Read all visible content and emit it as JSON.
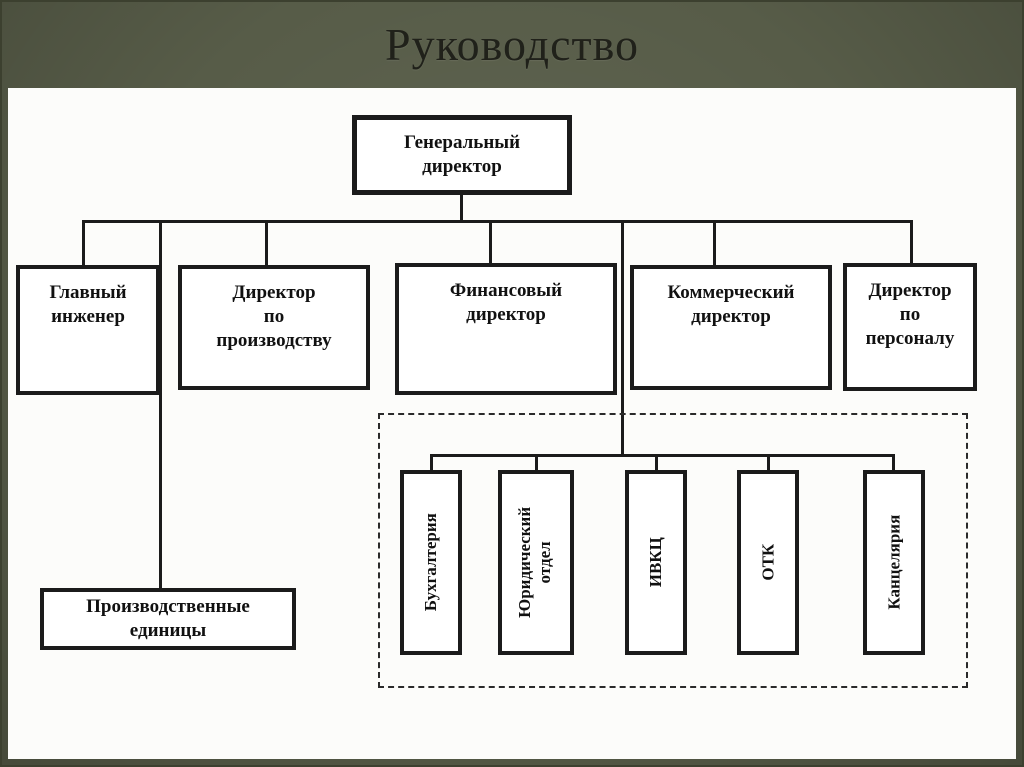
{
  "slide": {
    "title": "Руководство"
  },
  "org": {
    "root": {
      "label": "Генеральный\nдиректор"
    },
    "managers": [
      {
        "label": "Главный\nинженер"
      },
      {
        "label": "Директор\nпо\nпроизводству"
      },
      {
        "label": "Финансовый\nдиректор"
      },
      {
        "label": "Коммерческий\nдиректор"
      },
      {
        "label": "Директор\nпо\nперсоналу"
      }
    ],
    "production_units": {
      "label": "Производственные\nединицы"
    },
    "departments": [
      {
        "label": "Бухгалтерия"
      },
      {
        "label": "Юридический\nотдел"
      },
      {
        "label": "ИВКЦ"
      },
      {
        "label": "ОТК"
      },
      {
        "label": "Канцелярия"
      }
    ]
  },
  "chart_data": {
    "type": "org-chart",
    "title": "Руководство",
    "root": "Генеральный директор",
    "children": [
      "Главный инженер",
      "Директор по производству",
      "Финансовый директор",
      "Коммерческий директор",
      "Директор по персоналу"
    ],
    "subordinate_units": [
      "Производственные единицы"
    ],
    "departments_group": [
      "Бухгалтерия",
      "Юридический отдел",
      "ИВКЦ",
      "ОТК",
      "Канцелярия"
    ]
  }
}
